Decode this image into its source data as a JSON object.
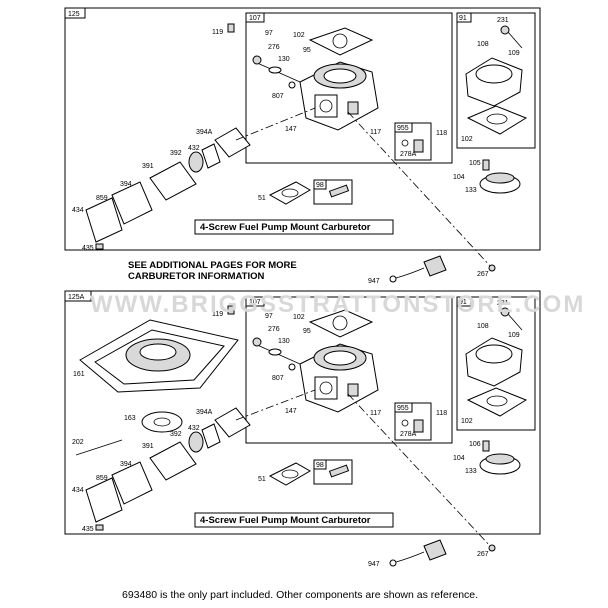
{
  "watermark": "WWW.BRIGGSSTRATTONSTORE.COM",
  "top_panel": {
    "id": "125",
    "sub_a": "107",
    "sub_b": "91",
    "sub_c": "955",
    "sub_d": "98",
    "title": "4-Screw Fuel Pump Mount Carburetor",
    "labels": {
      "p119": "119",
      "p97": "97",
      "p276": "276",
      "p130": "130",
      "p95": "95",
      "p102a": "102",
      "p807": "807",
      "p147": "147",
      "p117": "117",
      "p278A": "278A",
      "p118": "118",
      "p231": "231",
      "p108": "108",
      "p109": "109",
      "p102b": "102",
      "p105": "105",
      "p104": "104",
      "p133": "133",
      "p394A": "394A",
      "p432": "432",
      "p392": "392",
      "p391": "391",
      "p394": "394",
      "p859": "859",
      "p434": "434",
      "p435": "435",
      "p51": "51"
    }
  },
  "note_line1": "SEE ADDITIONAL PAGES FOR MORE",
  "note_line2": "CARBURETOR INFORMATION",
  "between": {
    "p947": "947",
    "p267": "267"
  },
  "bottom_panel": {
    "id": "125A",
    "sub_a": "107",
    "sub_b": "91",
    "sub_c": "955",
    "sub_d": "98",
    "title": "4-Screw Fuel Pump Mount Carburetor",
    "labels": {
      "p119": "119",
      "p97": "97",
      "p276": "276",
      "p130": "130",
      "p95": "95",
      "p102a": "102",
      "p807": "807",
      "p147": "147",
      "p117": "117",
      "p278A": "278A",
      "p118": "118",
      "p231": "231",
      "p108": "108",
      "p109": "109",
      "p102b": "102",
      "p106": "106",
      "p104": "104",
      "p133": "133",
      "p394A": "394A",
      "p432": "432",
      "p392": "392",
      "p391": "391",
      "p394": "394",
      "p859": "859",
      "p434": "434",
      "p435": "435",
      "p51": "51",
      "p161": "161",
      "p163": "163",
      "p202": "202"
    }
  },
  "bottom": {
    "p947": "947",
    "p267": "267"
  },
  "caption": "693480 is the only part included. Other components are shown as reference."
}
